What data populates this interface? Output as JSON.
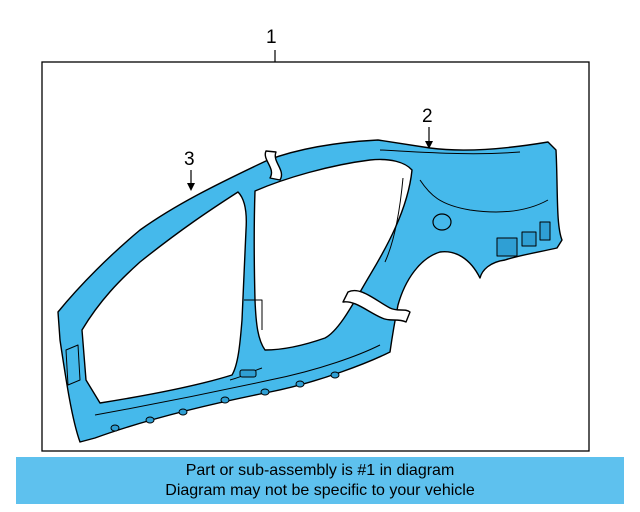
{
  "diagram": {
    "callouts": {
      "one": "1",
      "two": "2",
      "three": "3"
    },
    "part_color": "#45b9eb",
    "outline_color": "#000000"
  },
  "footer": {
    "line1": "Part or sub-assembly is #1 in diagram",
    "line2": "Diagram may not be specific to your vehicle",
    "background_color": "#5ec1ee"
  }
}
